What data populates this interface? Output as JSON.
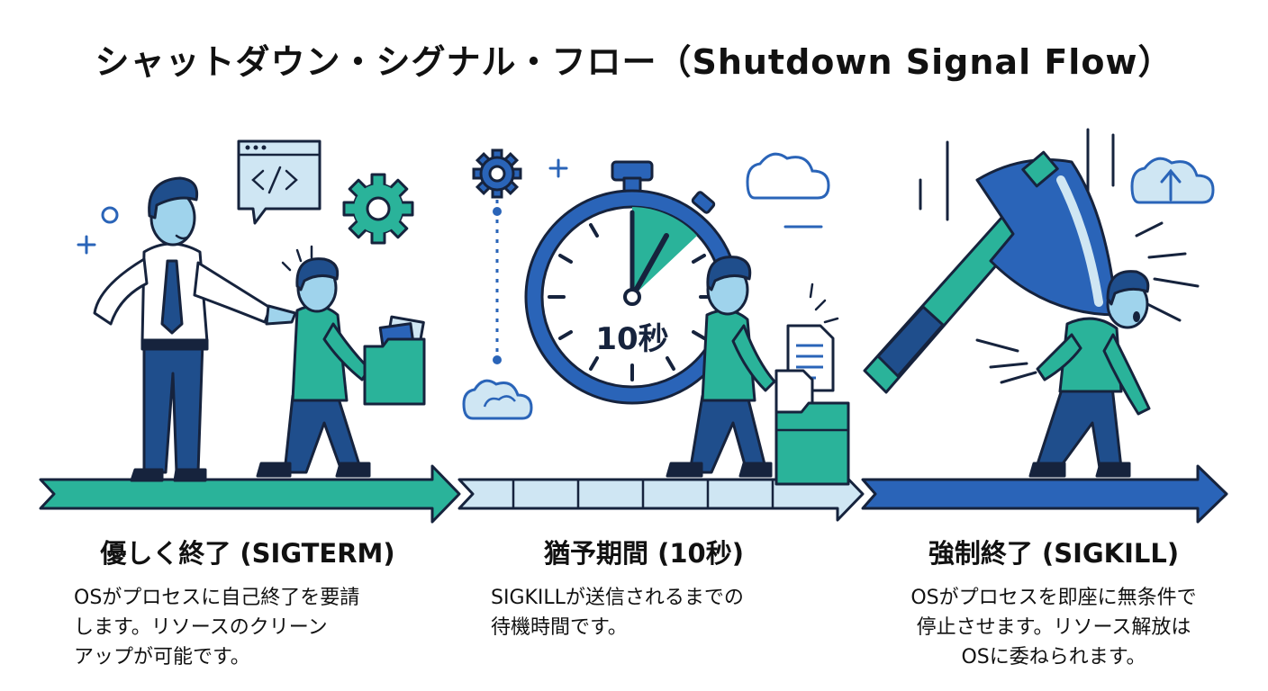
{
  "title": "シャットダウン・シグナル・フロー（Shutdown Signal Flow）",
  "colors": {
    "teal": "#2ab39a",
    "navy": "#1f4e8c",
    "blue": "#2a64b8",
    "light_blue": "#cfe6f3",
    "outline": "#16233d"
  },
  "timer": {
    "label": "10秒"
  },
  "stages": [
    {
      "title": "優しく終了 (SIGTERM)",
      "description": "OSがプロセスに自己終了を要請\nします。リソースのクリーン\nアップが可能です。"
    },
    {
      "title": "猶予期間 (10秒)",
      "description": "SIGKILLが送信されるまでの\n待機時間です。"
    },
    {
      "title": "強制終了 (SIGKILL)",
      "description": "OSがプロセスを即座に無条件で\n停止させます。リソース解放は\nOSに委ねられます。"
    }
  ],
  "icons": [
    "code-window-icon",
    "gear-icon",
    "cloud-icon",
    "cloud-upload-icon",
    "stopwatch-icon",
    "document-icon",
    "folder-icon",
    "axe-icon"
  ]
}
